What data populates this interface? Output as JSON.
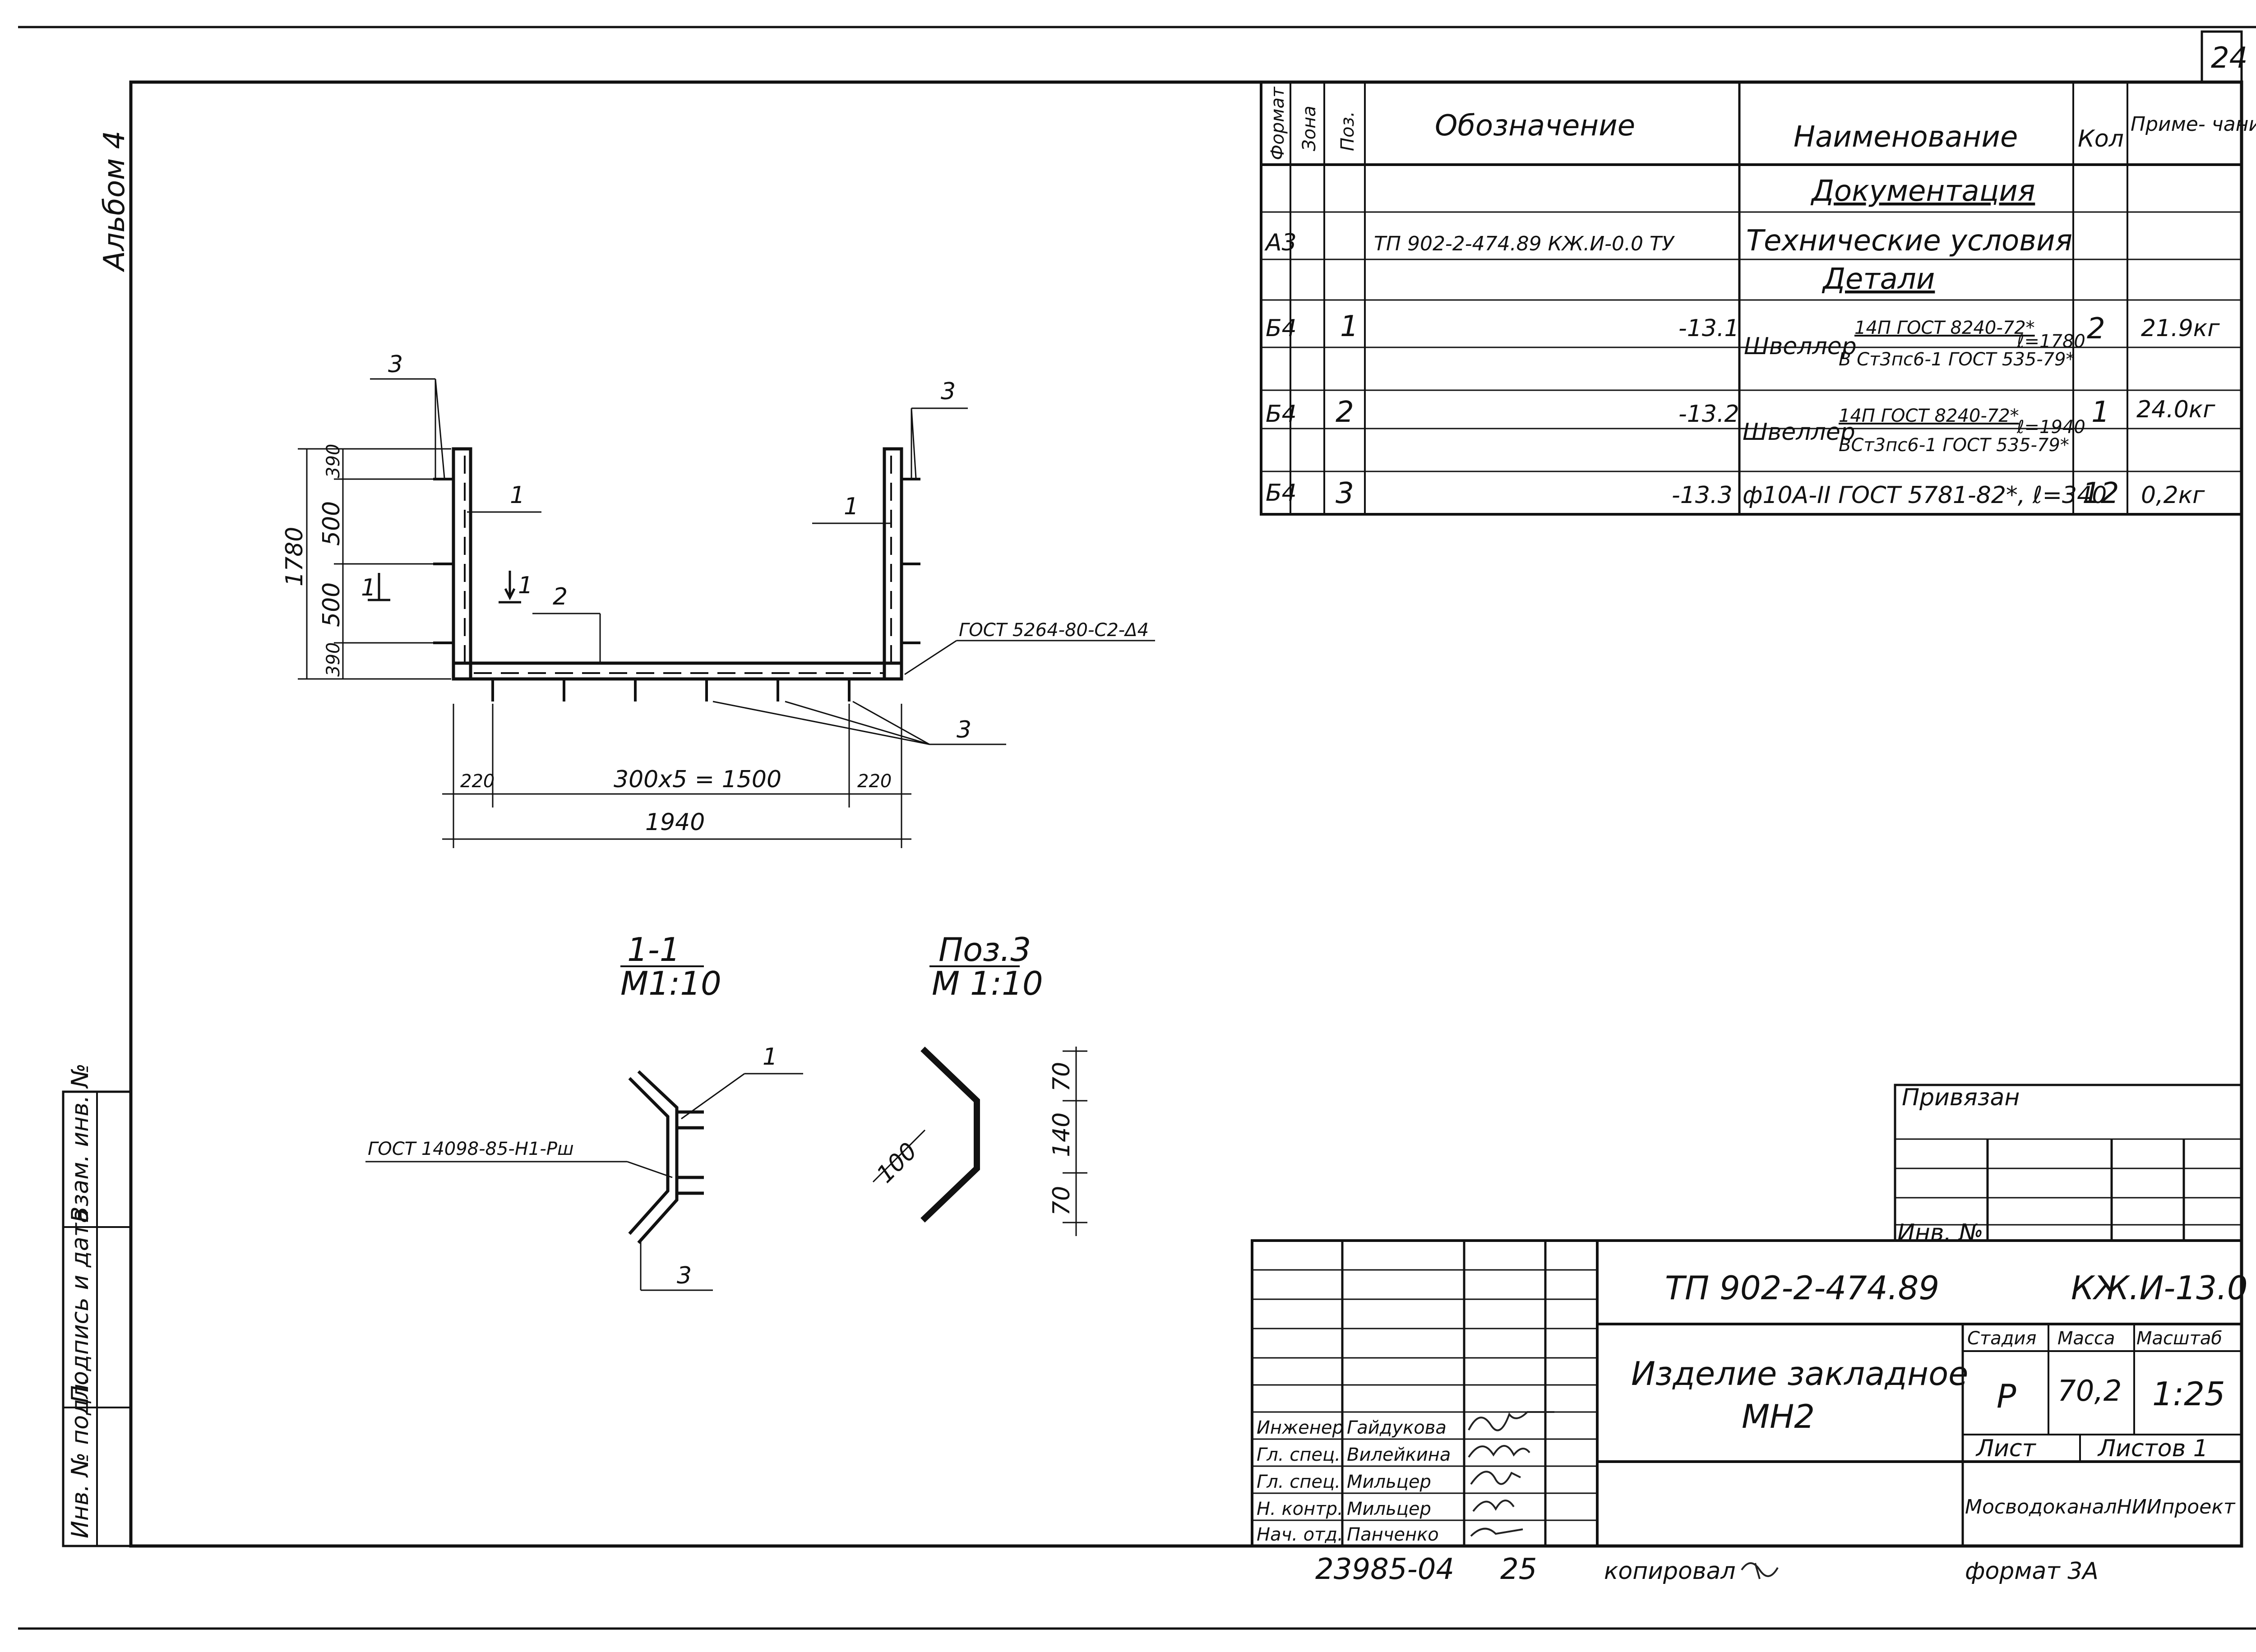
{
  "sheet_number": "24",
  "album_label": "Альбом 4",
  "spec_table": {
    "headers": {
      "format": "Формат",
      "zone": "Зона",
      "pos": "Поз.",
      "designation": "Обозначение",
      "name": "Наименование",
      "qty": "Кол",
      "note": "Приме- чание"
    },
    "section_documentation": "Документация",
    "doc_row": {
      "format": "А3",
      "designation": "ТП 902-2-474.89 КЖ.И-0.0 ТУ",
      "name": "Технические условия"
    },
    "section_details": "Детали",
    "rows": [
      {
        "format": "Б4",
        "pos": "1",
        "designation": "-13.1",
        "name_main": "Швеллер",
        "name_top": "14П ГОСТ 8240-72*",
        "name_bottom": "В Ст3пс6-1 ГОСТ 535-79*",
        "length": "ℓ=1780",
        "qty": "2",
        "note": "21.9кг"
      },
      {
        "format": "Б4",
        "pos": "2",
        "designation": "-13.2",
        "name_main": "Швеллер",
        "name_top": "14П ГОСТ 8240-72*",
        "name_bottom": "ВСт3пс6-1 ГОСТ 535-79*",
        "length": "ℓ=1940",
        "qty": "1",
        "note": "24.0кг"
      },
      {
        "format": "Б4",
        "pos": "3",
        "designation": "-13.3",
        "name_main": "ф10А-II ГОСТ 5781-82*, ℓ=340",
        "qty": "12",
        "note": "0,2кг"
      }
    ]
  },
  "main_view": {
    "dim_1780": "1780",
    "dim_390_top": "390",
    "dim_500_a": "500",
    "dim_500_b": "500",
    "dim_390_bottom": "390",
    "dim_220_left": "220",
    "dim_300x5": "300х5 = 1500",
    "dim_220_right": "220",
    "dim_1940": "1940",
    "callout_1_left": "1",
    "callout_1_right": "1",
    "callout_2": "2",
    "callout_3_left": "3",
    "callout_3_right": "3",
    "callout_3_bottom": "3",
    "section_mark_left": "1",
    "section_mark_right": "1",
    "weld_note": "ГОСТ 5264-80-С2-Δ4"
  },
  "section_1_1": {
    "title": "1-1",
    "scale": "М1:10",
    "callout_1": "1",
    "callout_3": "3",
    "weld_note": "ГОСТ 14098-85-Н1-Рш"
  },
  "pos_3_view": {
    "title": "Поз.3",
    "scale": "М 1:10",
    "dim_100": "100",
    "dim_70_top": "70",
    "dim_140": "140",
    "dim_70_bottom": "70"
  },
  "left_margin": {
    "inv_original": "Инв. № подл.",
    "signature_date": "Подпись и дата",
    "replaced_inv": "Взам. инв. №"
  },
  "binding_block": {
    "title": "Привязан",
    "inv_no": "Инв. №"
  },
  "title_block": {
    "project_code": "ТП 902-2-474.89",
    "doc_code": "КЖ.И-13.0",
    "item_name_1": "Изделие закладное",
    "item_name_2": "МН2",
    "stage_label": "Стадия",
    "mass_label": "Масса",
    "scale_label": "Масштаб",
    "stage_value": "Р",
    "mass_value": "70,2",
    "scale_value": "1:25",
    "sheet_label": "Лист",
    "sheets_label": "Листов 1",
    "organization": "МосводоканалНИИпроект",
    "staff": [
      {
        "role": "Инженер",
        "name": "Гайдукова"
      },
      {
        "role": "Гл. спец.",
        "name": "Вилейкина"
      },
      {
        "role": "Гл. спец.",
        "name": "Мильцер"
      },
      {
        "role": "Н. контр.",
        "name": "Мильцер"
      },
      {
        "role": "Нач. отд.",
        "name": "Панченко"
      }
    ]
  },
  "footer": {
    "drawing_no": "23985-04",
    "page": "25",
    "copied": "копировал",
    "format": "формат 3А"
  }
}
